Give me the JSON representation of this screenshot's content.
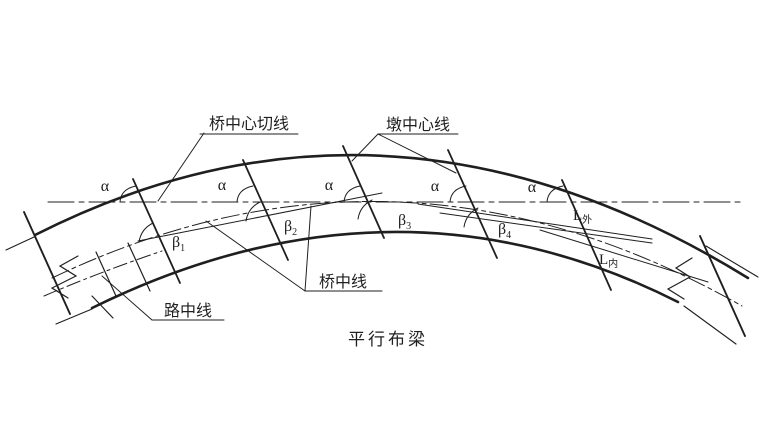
{
  "title": "平行布梁",
  "labels": {
    "bridge_center_tangent": "桥中心切线",
    "pier_center_line": "墩中心线",
    "bridge_center_line": "桥中线",
    "road_center_line": "路中线"
  },
  "angles": {
    "alpha": [
      "α",
      "α",
      "α",
      "α",
      "α"
    ],
    "beta": [
      {
        "base": "β",
        "sub": "1"
      },
      {
        "base": "β",
        "sub": "2"
      },
      {
        "base": "β",
        "sub": "3"
      },
      {
        "base": "β",
        "sub": "4"
      }
    ]
  },
  "lengths": {
    "outer": {
      "base": "L",
      "sub": "外"
    },
    "inner": {
      "base": "L",
      "sub": "内"
    }
  },
  "colors": {
    "ink": "#1f1f1f",
    "background": "#ffffff"
  }
}
